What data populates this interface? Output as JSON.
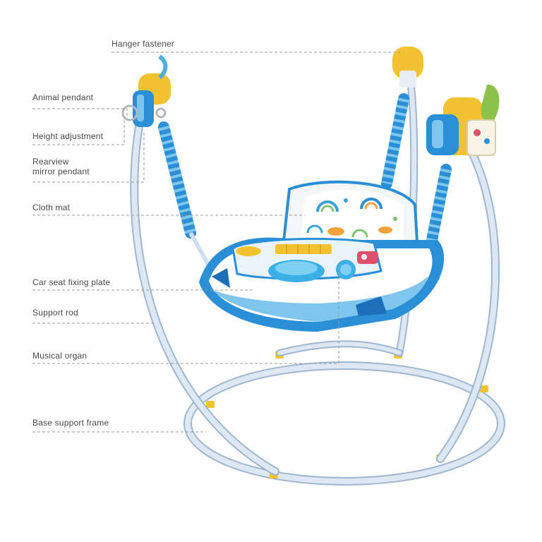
{
  "callouts": {
    "hanger_fastener": "Hanger fastener",
    "animal_pendant": "Animal pendant",
    "height_adjustment": "Height adjustment",
    "rearview_mirror_line1": "Rearview",
    "rearview_mirror_line2": "mirror pendant",
    "cloth_mat": "Cloth mat",
    "car_seat_fixing_plate": "Car seat fixing plate",
    "support_rod": "Support rod",
    "musical_organ": "Musical organ",
    "base_support_frame": "Base support frame"
  },
  "colors": {
    "frame": "#cfdff0",
    "frame_edge": "#9fb6cf",
    "accent_blue": "#2a8fd6",
    "dark_blue": "#1c6fb8",
    "light_blue": "#7fc6ee",
    "yellow": "#f2c230",
    "green": "#8bc34a",
    "leader_line": "#9a9a9a",
    "label_text": "#4a4a4a"
  }
}
